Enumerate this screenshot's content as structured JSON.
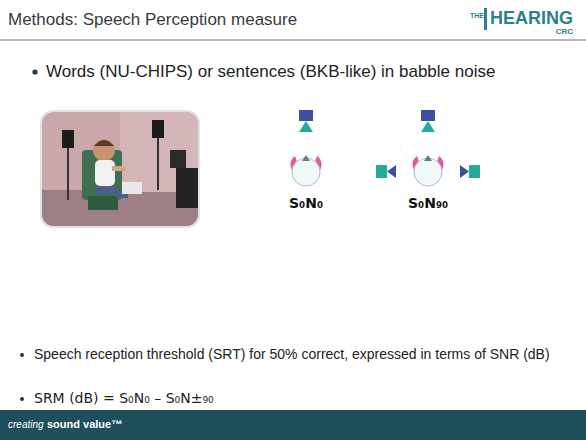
{
  "diagram": {
    "title": "Methods: Speech Perception measure",
    "labels": [
      "Words (NU-CHIPS) or sentences (BKB-like) in babble noise",
      "S₀N₀",
      "S₀N₉₀",
      "Speech reception threshold (SRT) for 50% correct, expressed in terms of SNR (dB)",
      "SRM (dB) = S₀N₀ – S₀N±₉₀",
      "THE",
      "HEARING",
      "CRC",
      "creating",
      "sound value™"
    ]
  }
}
